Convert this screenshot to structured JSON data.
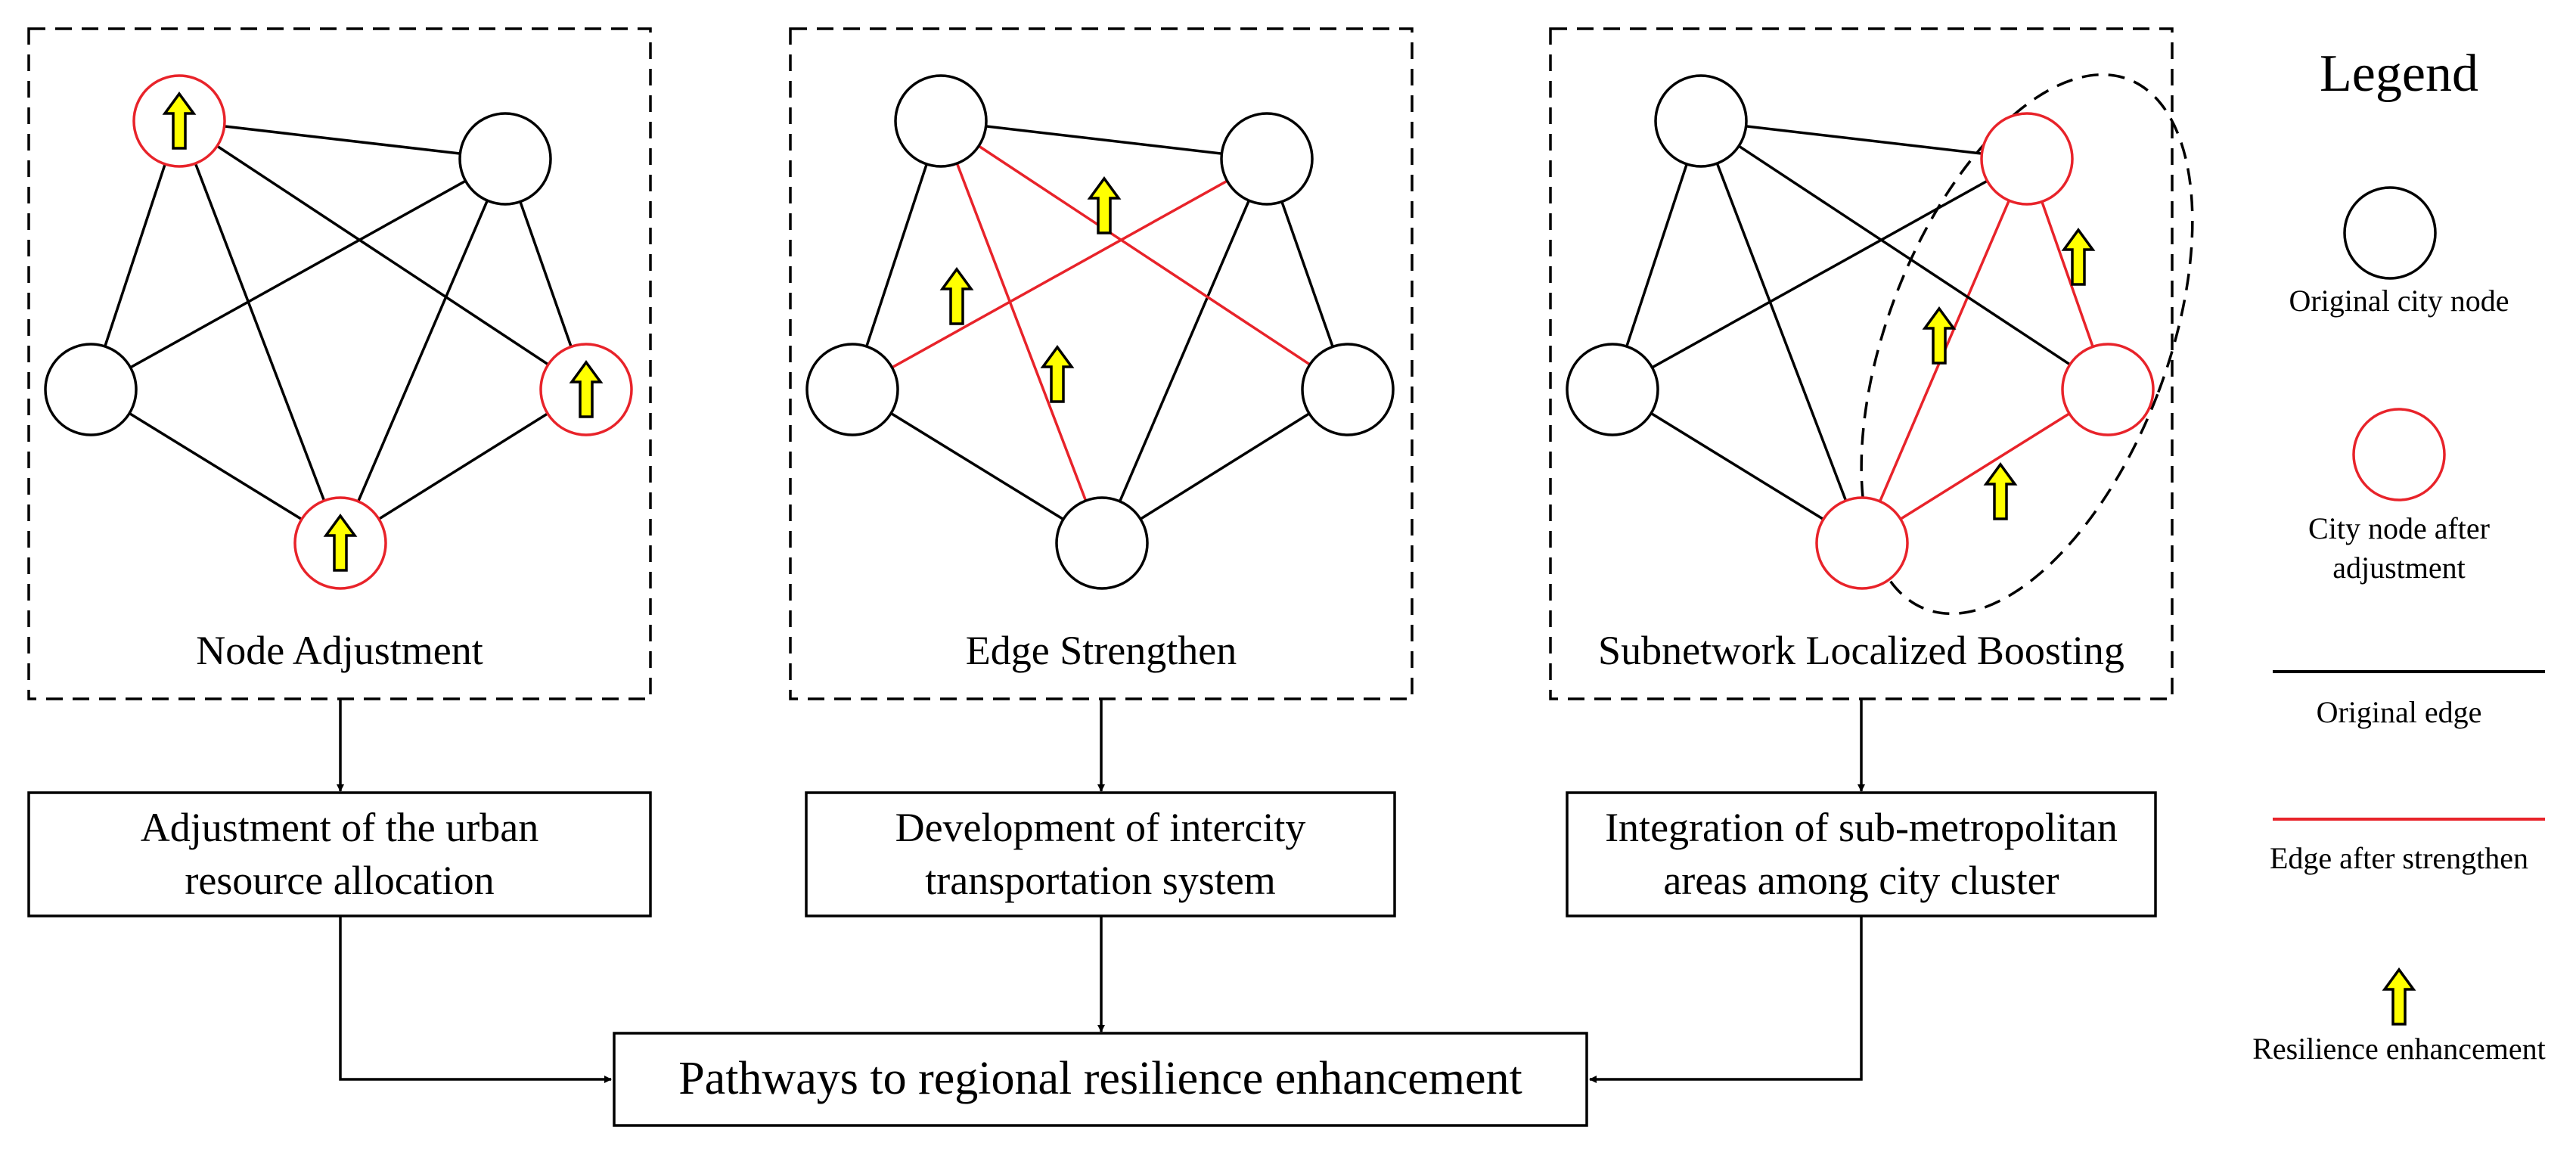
{
  "panels": [
    {
      "title": "Node Adjustment",
      "box": [
        "Adjustment of the urban",
        "resource allocation"
      ]
    },
    {
      "title": "Edge Strengthen",
      "box": [
        "Development of intercity",
        "transportation system"
      ]
    },
    {
      "title": "Subnetwork Localized Boosting",
      "box": [
        "Integration of sub-metropolitan",
        "areas among city cluster"
      ]
    }
  ],
  "final_box": "Pathways to regional resilience enhancement",
  "legend": {
    "title": "Legend",
    "original_node": "Original city node",
    "adjusted_node": [
      "City node after",
      "adjustment"
    ],
    "original_edge": "Original edge",
    "strengthened_edge": "Edge after strengthen",
    "resilience": "Resilience enhancement"
  },
  "colors": {
    "line": "#000000",
    "highlight": "#e8232a",
    "arrow_fill": "#ffff00"
  }
}
